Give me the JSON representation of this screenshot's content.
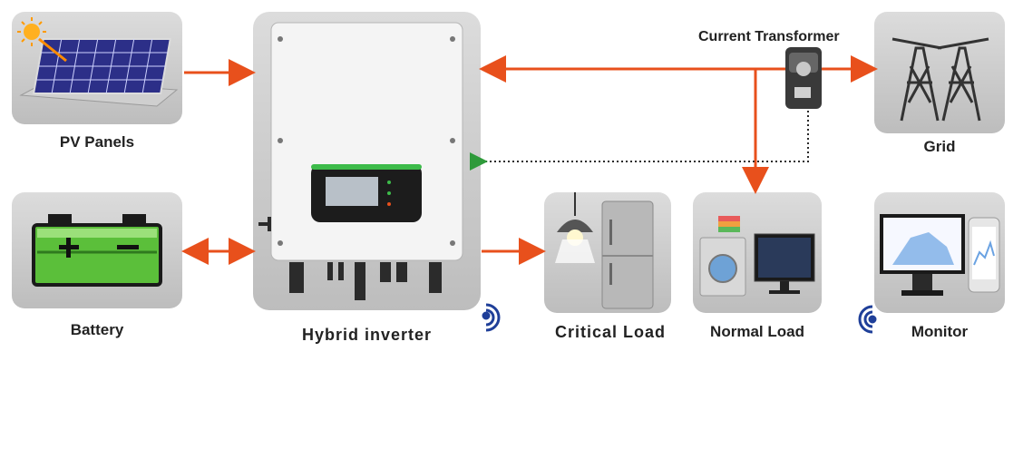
{
  "labels": {
    "pv": "PV Panels",
    "battery": "Battery",
    "inverter": "Hybrid inverter",
    "critical": "Critical Load",
    "normal": "Normal Load",
    "grid": "Grid",
    "monitor": "Monitor",
    "ct": "Current Transformer"
  },
  "colors": {
    "arrow": "#e8501c",
    "signal": "#2a2a2a",
    "signal_head": "#2e9a3a",
    "wifi": "#1f3f99"
  }
}
